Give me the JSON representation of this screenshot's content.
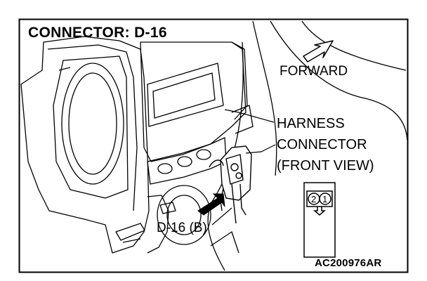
{
  "title": "CONNECTOR: D-16",
  "direction_label": "FORWARD",
  "callout": {
    "line1": "HARNESS",
    "line2": "CONNECTOR",
    "line3": "(FRONT VIEW)"
  },
  "connector_id": "D-16 (B)",
  "connector_face": {
    "pin_left": "2",
    "pin_right": "1"
  },
  "figure_code": "AC200976AR",
  "colors": {
    "line": "#000000",
    "background": "#ffffff"
  }
}
